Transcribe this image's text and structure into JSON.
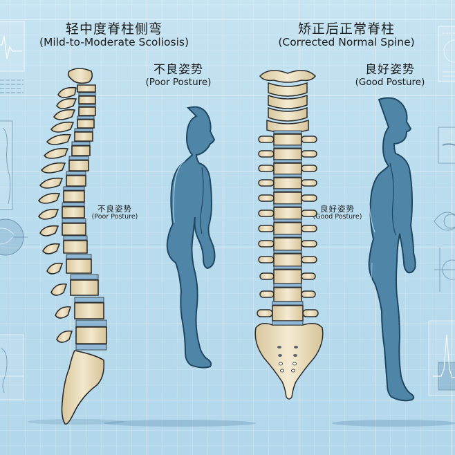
{
  "left_panel": {
    "title_zh": "轻中度脊柱侧弯",
    "title_en": "(Mild-to-Moderate Scoliosis)",
    "figure_label_zh": "不良姿势",
    "figure_label_en": "(Poor Posture)",
    "spine_label_zh": "不良姿势",
    "spine_label_en": "(Poor Posture)"
  },
  "right_panel": {
    "title_zh": "矫正后正常脊柱",
    "title_en": "(Corrected Normal Spine)",
    "figure_label_zh": "良好姿势",
    "figure_label_en": "(Good Posture)",
    "spine_label_zh": "良好姿势",
    "spine_label_en": "(Good Posture)"
  },
  "colors": {
    "background": "#bfe0f0",
    "bone": "#eadcb8",
    "bone_outline": "#2a2a2a",
    "disc": "#8fb8d6",
    "body_silhouette": "#4f86a8",
    "body_outline": "#1f4660",
    "body_highlight": "#b9dcee"
  },
  "decorative_icons": [
    "ecg-monitor-icon",
    "document-lines-icon",
    "body-scan-icon",
    "joint-xray-icon",
    "hand-xray-icon",
    "radar-scope-icon",
    "body-scan-panel-icon",
    "eye-diagram-icon",
    "crosshair-target-icon",
    "peak-chart-icon"
  ]
}
